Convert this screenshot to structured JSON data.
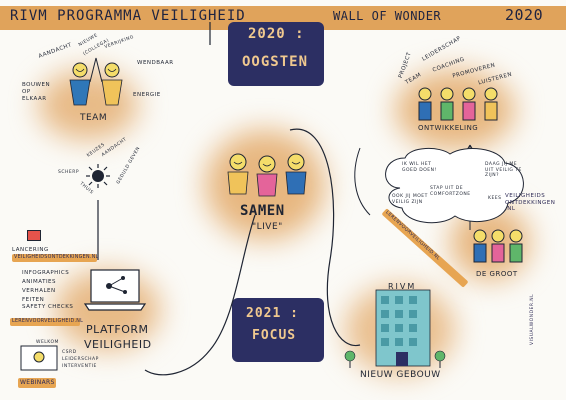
{
  "header": {
    "title": "RIVM PROGRAMMA VEILIGHEID",
    "wall_title": "WALL OF WONDER",
    "year": "2020"
  },
  "boxes": {
    "top_year": "2020 :",
    "top_word": "OOGSTEN",
    "bottom_year": "2021 :",
    "bottom_word": "FOCUS"
  },
  "team": {
    "label": "TEAM",
    "words": {
      "aandacht": "AANDACHT",
      "nieuwe": "NIEUWE",
      "collega": "(COLLEGA)",
      "verrijking": "VERRIJKING",
      "wendbaar": "WENDBAAR",
      "bouwen": "BOUWEN",
      "op": "OP",
      "elkaar": "ELKAAR",
      "energie": "ENERGIE"
    }
  },
  "virus": {
    "left": "SCHERP",
    "mid1": "KEUZES",
    "mid2": "AANDACHT",
    "right": "GEDULD GEVEN",
    "bottom": "THUIS"
  },
  "samen": {
    "title": "SAMEN",
    "subtitle": "\"LIVE\""
  },
  "ontwikkeling": {
    "items": [
      "PROJECT",
      "LEIDERSCHAP",
      "TEAM",
      "COACHING",
      "PROMOVEREN",
      "LUISTEREN"
    ],
    "label": "ONTWIKKELING"
  },
  "thought": {
    "text1": "IK WIL HET GOED DOEN!",
    "text2": "DAAG JIJ ME UIT VEILIG TE ZIJN?",
    "text3": "STAP UIT DE COMFORTZONE",
    "text4": "OOK JIJ MOET VEILIG ZIJN",
    "text5": "KEES"
  },
  "veiligheid_link": "VEILIGHEIDS ONTDEKKINGEN .NL",
  "leren_link": "LERENVOORVEILIGHEID.NL",
  "de_groot": "DE GROOT",
  "lancering": {
    "label": "LANCERING",
    "url": "VEILIGHEIDSONTDEKKINGEN.NL"
  },
  "platform": {
    "items": [
      "INFOGRAPHICS",
      "ANIMATIES",
      "VERHALEN",
      "FEITEN",
      "SAFETY CHECKS"
    ],
    "link": "LERENVOORVEILIGHEID.NL",
    "title1": "PLATFORM",
    "title2": "VEILIGHEID"
  },
  "webinars": {
    "welkom": "WELKOM",
    "items": [
      "CSRD",
      "LEIDERSCHAP",
      "INTERVENTIE"
    ],
    "label": "WEBINARS"
  },
  "building": {
    "sign": "RIVM",
    "label": "NIEUW GEBOUW"
  },
  "credit": "VISUALWONDER.NL",
  "colors": {
    "orange": "#e0a35b",
    "navy": "#2c2f63",
    "text": "#1f2533",
    "gold_text": "#f0c98f",
    "building": "#7fc6cc"
  }
}
